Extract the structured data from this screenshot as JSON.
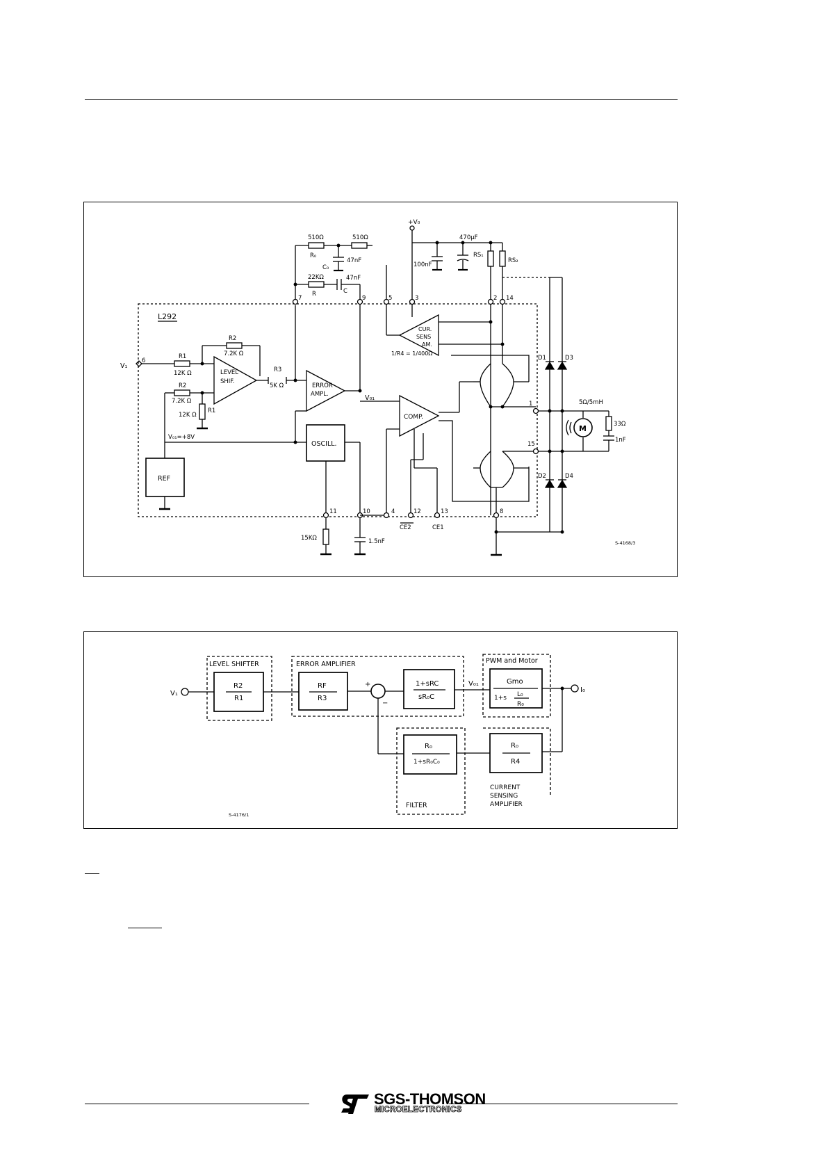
{
  "fig1": {
    "chip": "L292",
    "vi": "V₁",
    "level_shifter": [
      "LEVEL",
      "SHIF."
    ],
    "error_amp": [
      "ERROR",
      "AMPL."
    ],
    "cur_sens": [
      "CUR.",
      "SENS",
      "AM."
    ],
    "comp": "COMP.",
    "oscill": "OSCILL.",
    "ref": "REF",
    "vr": "V₀₁=+8V",
    "vth": "V₀₁",
    "vs": "+V₀",
    "r1": "R1",
    "r1_val": "12K Ω",
    "r2": "R2",
    "r2_val": "7.2K Ω",
    "r2b": "R2",
    "r2b_val": "7.2K Ω",
    "r1b": "R1",
    "r1b_val": "12K Ω",
    "r3": "R3",
    "r3_val": "5K Ω",
    "rf_val": "510Ω",
    "rf": "R₀",
    "cf": "C₀",
    "cf_val": "47nF",
    "r_val": "22KΩ",
    "r": "R",
    "c": "C",
    "c_val": "47nF",
    "r510": "510Ω",
    "c100": "100nF",
    "c470": "470µF",
    "rs1": "RS₁",
    "rs2": "RS₂",
    "r4_ratio": "1/R4 = 1/400Ω",
    "d1": "D1",
    "d2": "D2",
    "d3": "D3",
    "d4": "D4",
    "motor": "M",
    "load": "5Ω/5mH",
    "r33": "33Ω",
    "c1nf": "1nF",
    "r15k": "15KΩ",
    "c15nf": "1.5nF",
    "ce2": "CE2",
    "ce1": "CE1",
    "pins": [
      "6",
      "7",
      "9",
      "5",
      "3",
      "2",
      "14",
      "1",
      "15",
      "11",
      "10",
      "4",
      "12",
      "13",
      "8"
    ],
    "code": "S-4168/3"
  },
  "fig2": {
    "level_shifter": "LEVEL SHIFTER",
    "error_amp": "ERROR AMPLIFIER",
    "pwm_motor": "PWM and Motor",
    "filter": "FILTER",
    "csa": [
      "CURRENT",
      "SENSING",
      "AMPLIFIER"
    ],
    "vi": "V₁",
    "im": "I₀",
    "vth": "V₀₁",
    "plus": "+",
    "minus": "−",
    "ls_num": "R2",
    "ls_den": "R1",
    "ea_num": "RF",
    "ea_den": "R3",
    "comp_num": "1+sRC",
    "comp_den": "sR₀C",
    "pwm_num": "Gmo",
    "pwm_den_a": "1+s",
    "pwm_den_b": "L₀",
    "pwm_den_c": "R₀",
    "filt_num": "R₀",
    "filt_den": "1+sR₀C₀",
    "cs_num": "R₀",
    "cs_den": "R4",
    "code": "S-4176/1"
  },
  "logo": {
    "name": "SGS-THOMSON",
    "sub": "MICROELECTRONICS"
  }
}
